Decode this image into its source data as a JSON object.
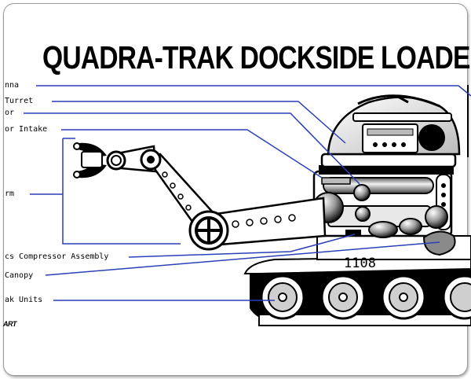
{
  "title": "QUADRA-TRAK DOCKSIDE LOADER",
  "labels": {
    "antenna": "nna",
    "turret": " Turret",
    "reactor": "or",
    "intake": "or Intake",
    "arm": "rm",
    "compressor": "cs Compressor Assembly",
    "canopy": "Canopy",
    "trak": "ak Units"
  },
  "unit_number": "1108",
  "credit": "ART",
  "colors": {
    "leader": "#2b3fb8",
    "ink": "#000000",
    "shade": "#8a8a8a"
  }
}
